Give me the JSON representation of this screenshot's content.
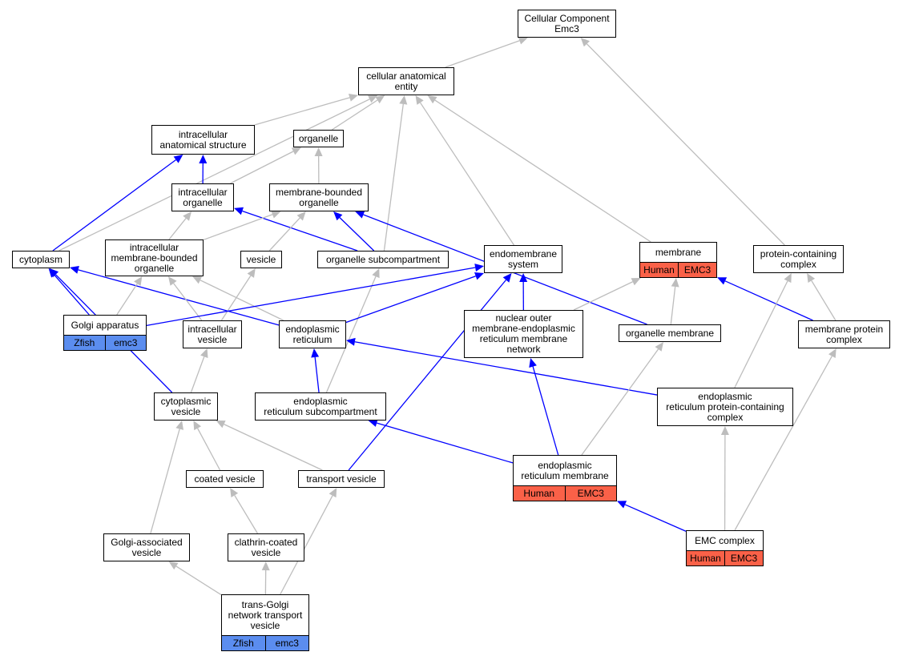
{
  "nodes": {
    "cc": {
      "label": "Cellular Component\nEmc3"
    },
    "cae": {
      "label": "cellular anatomical\nentity"
    },
    "ias": {
      "label": "intracellular\nanatomical structure"
    },
    "organelle": {
      "label": "organelle"
    },
    "io": {
      "label": "intracellular\norganelle"
    },
    "mbo": {
      "label": "membrane-bounded\norganelle"
    },
    "cytoplasm": {
      "label": "cytoplasm"
    },
    "imbo": {
      "label": "intracellular\nmembrane-bounded\norganelle"
    },
    "vesicle": {
      "label": "vesicle"
    },
    "os": {
      "label": "organelle subcompartment"
    },
    "es": {
      "label": "endomembrane\nsystem"
    },
    "membrane": {
      "label": "membrane",
      "tags": [
        {
          "text": "Human",
          "kind": "human"
        },
        {
          "text": "EMC3",
          "kind": "human"
        }
      ]
    },
    "pcc": {
      "label": "protein-containing\ncomplex"
    },
    "golgi": {
      "label": "Golgi apparatus",
      "tags": [
        {
          "text": "Zfish",
          "kind": "zfish"
        },
        {
          "text": "emc3",
          "kind": "zfish"
        }
      ]
    },
    "iv": {
      "label": "intracellular\nvesicle"
    },
    "er": {
      "label": "endoplasmic\nreticulum"
    },
    "nom": {
      "label": "nuclear outer\nmembrane-endoplasmic\nreticulum membrane\nnetwork"
    },
    "om": {
      "label": "organelle membrane"
    },
    "mpc": {
      "label": "membrane protein\ncomplex"
    },
    "cv": {
      "label": "cytoplasmic\nvesicle"
    },
    "ers": {
      "label": "endoplasmic\nreticulum subcompartment"
    },
    "erpc": {
      "label": "endoplasmic\nreticulum protein-containing\ncomplex"
    },
    "coated": {
      "label": "coated vesicle"
    },
    "tv": {
      "label": "transport vesicle"
    },
    "erm": {
      "label": "endoplasmic\nreticulum membrane",
      "tags": [
        {
          "text": "Human",
          "kind": "human"
        },
        {
          "text": "EMC3",
          "kind": "human"
        }
      ]
    },
    "gav": {
      "label": "Golgi-associated\nvesicle"
    },
    "ccv": {
      "label": "clathrin-coated\nvesicle"
    },
    "emc": {
      "label": "EMC complex",
      "tags": [
        {
          "text": "Human",
          "kind": "human"
        },
        {
          "text": "EMC3",
          "kind": "human"
        }
      ]
    },
    "tgn": {
      "label": "trans-Golgi\nnetwork transport\nvesicle",
      "tags": [
        {
          "text": "Zfish",
          "kind": "zfish"
        },
        {
          "text": "emc3",
          "kind": "zfish"
        }
      ]
    }
  },
  "edges": [
    {
      "from": "cae",
      "to": "cc",
      "relation": "is_a"
    },
    {
      "from": "pcc",
      "to": "cc",
      "relation": "is_a"
    },
    {
      "from": "ias",
      "to": "cae",
      "relation": "is_a"
    },
    {
      "from": "organelle",
      "to": "cae",
      "relation": "is_a"
    },
    {
      "from": "cytoplasm",
      "to": "cae",
      "relation": "is_a"
    },
    {
      "from": "os",
      "to": "cae",
      "relation": "is_a"
    },
    {
      "from": "es",
      "to": "cae",
      "relation": "is_a"
    },
    {
      "from": "membrane",
      "to": "cae",
      "relation": "is_a"
    },
    {
      "from": "io",
      "to": "ias",
      "relation": "part_of"
    },
    {
      "from": "cytoplasm",
      "to": "ias",
      "relation": "part_of"
    },
    {
      "from": "io",
      "to": "organelle",
      "relation": "is_a"
    },
    {
      "from": "mbo",
      "to": "organelle",
      "relation": "is_a"
    },
    {
      "from": "imbo",
      "to": "io",
      "relation": "is_a"
    },
    {
      "from": "os",
      "to": "io",
      "relation": "part_of"
    },
    {
      "from": "imbo",
      "to": "mbo",
      "relation": "is_a"
    },
    {
      "from": "vesicle",
      "to": "mbo",
      "relation": "is_a"
    },
    {
      "from": "os",
      "to": "mbo",
      "relation": "part_of"
    },
    {
      "from": "om",
      "to": "mbo",
      "relation": "part_of"
    },
    {
      "from": "golgi",
      "to": "cytoplasm",
      "relation": "part_of"
    },
    {
      "from": "er",
      "to": "cytoplasm",
      "relation": "part_of"
    },
    {
      "from": "cv",
      "to": "cytoplasm",
      "relation": "part_of"
    },
    {
      "from": "golgi",
      "to": "imbo",
      "relation": "is_a"
    },
    {
      "from": "iv",
      "to": "imbo",
      "relation": "is_a"
    },
    {
      "from": "er",
      "to": "imbo",
      "relation": "is_a"
    },
    {
      "from": "iv",
      "to": "vesicle",
      "relation": "is_a"
    },
    {
      "from": "ers",
      "to": "os",
      "relation": "is_a"
    },
    {
      "from": "golgi",
      "to": "es",
      "relation": "part_of"
    },
    {
      "from": "er",
      "to": "es",
      "relation": "part_of"
    },
    {
      "from": "tv",
      "to": "es",
      "relation": "part_of"
    },
    {
      "from": "nom",
      "to": "es",
      "relation": "part_of"
    },
    {
      "from": "nom",
      "to": "membrane",
      "relation": "is_a"
    },
    {
      "from": "om",
      "to": "membrane",
      "relation": "is_a"
    },
    {
      "from": "mpc",
      "to": "membrane",
      "relation": "part_of"
    },
    {
      "from": "mpc",
      "to": "pcc",
      "relation": "is_a"
    },
    {
      "from": "erpc",
      "to": "pcc",
      "relation": "is_a"
    },
    {
      "from": "cv",
      "to": "iv",
      "relation": "is_a"
    },
    {
      "from": "ers",
      "to": "er",
      "relation": "part_of"
    },
    {
      "from": "erpc",
      "to": "er",
      "relation": "part_of"
    },
    {
      "from": "erm",
      "to": "nom",
      "relation": "part_of"
    },
    {
      "from": "erm",
      "to": "om",
      "relation": "is_a"
    },
    {
      "from": "emc",
      "to": "mpc",
      "relation": "is_a"
    },
    {
      "from": "coated",
      "to": "cv",
      "relation": "is_a"
    },
    {
      "from": "tv",
      "to": "cv",
      "relation": "is_a"
    },
    {
      "from": "gav",
      "to": "cv",
      "relation": "is_a"
    },
    {
      "from": "erm",
      "to": "ers",
      "relation": "part_of"
    },
    {
      "from": "emc",
      "to": "erpc",
      "relation": "is_a"
    },
    {
      "from": "emc",
      "to": "erm",
      "relation": "part_of"
    },
    {
      "from": "ccv",
      "to": "coated",
      "relation": "is_a"
    },
    {
      "from": "tgn",
      "to": "tv",
      "relation": "is_a"
    },
    {
      "from": "tgn",
      "to": "gav",
      "relation": "is_a"
    },
    {
      "from": "tgn",
      "to": "ccv",
      "relation": "is_a"
    }
  ],
  "colors": {
    "is_a": "#bdbdbd",
    "part_of": "#0000ff",
    "human": "#fa6148",
    "zfish": "#5b8def"
  }
}
